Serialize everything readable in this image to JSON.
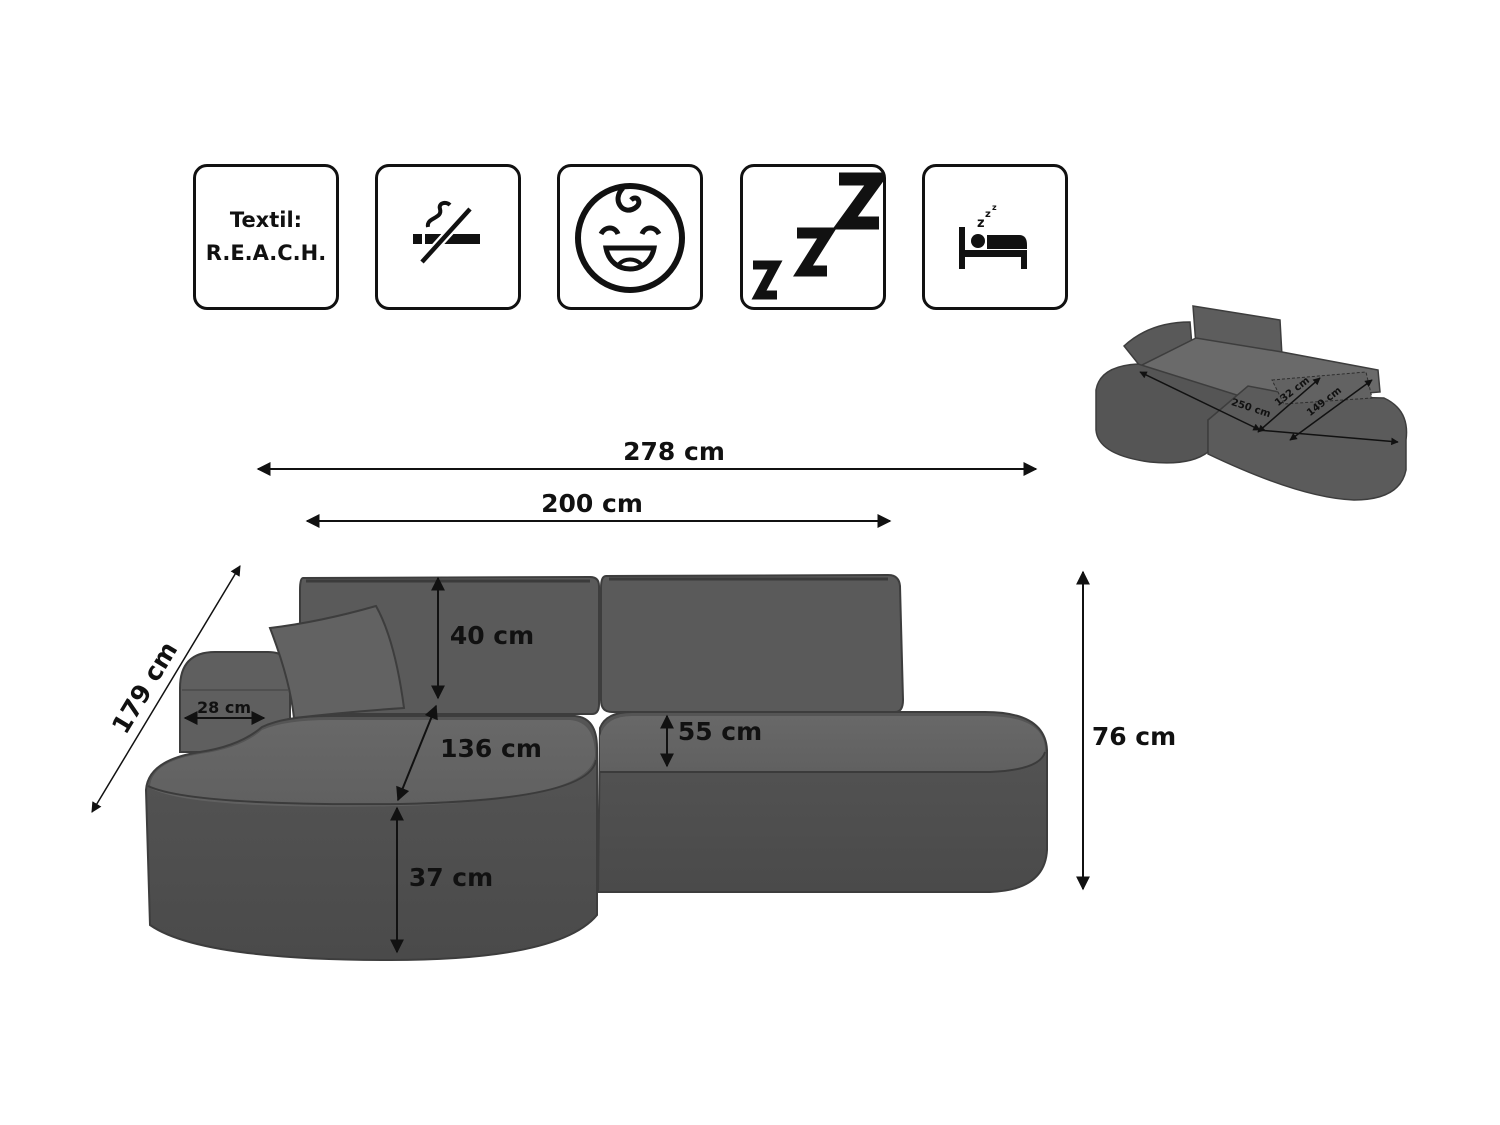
{
  "features": [
    {
      "icon": "reach-textile-badge",
      "line1": "Textil:",
      "line2": "R.E.A.C.H."
    },
    {
      "icon": "no-smoking-icon"
    },
    {
      "icon": "child-friendly-icon"
    },
    {
      "icon": "sleep-zzz-icon"
    },
    {
      "icon": "sleeping-bed-icon"
    }
  ],
  "dimensions": {
    "total_width": "278 cm",
    "main_width": "200 cm",
    "chaise_diagonal": "179 cm",
    "backrest_height": "40 cm",
    "armrest_width": "28 cm",
    "chaise_depth": "136 cm",
    "seat_depth": "55 cm",
    "seat_height": "37 cm",
    "total_height": "76 cm"
  },
  "sleeping_area": {
    "width": "250 cm",
    "depth_left": "132 cm",
    "depth_right": "149 cm"
  },
  "colors": {
    "upholstery": "#575757",
    "ink": "#111111",
    "background": "#ffffff"
  }
}
